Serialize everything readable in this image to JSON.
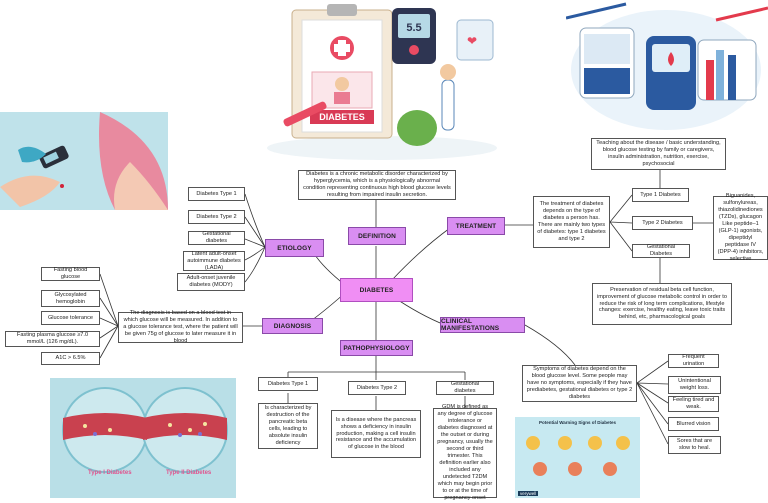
{
  "hubs": {
    "center": "DIABETES",
    "definition": "DEFINITION",
    "etiology": "ETIOLOGY",
    "diagnosis": "DIAGNOSIS",
    "treatment": "TREATMENT",
    "clinical": "CLINICAL MANIFESTATIONS",
    "pathophysiology": "PATHOPHYSIOLOGY"
  },
  "definition_text": "Diabetes is a chronic metabolic disorder characterized by hyperglycemia, which is a physiologically abnormal condition representing continuous high blood glucose levels resulting from impaired insulin secretion.",
  "etiology_items": [
    "Diabetes Type 1",
    "Diabetes Type 2",
    "Gestational diabetes",
    "Latent adult-onset autoimmune diabetes (LADA)",
    "Adult-onset juvenile diabetes (MODY)"
  ],
  "diagnosis_text": "The diagnosis is based on a blood test in which glucose will be measured. In addition to a glucose tolerance test, where the patient will be given 75g of glucose to later measure it in blood",
  "diagnosis_items": [
    "Fasting blood glucose",
    "Glycosylated hemoglobin",
    "Glucose tolerance",
    "Fasting plasma glucose ≥7.0 mmol/L (126 mg/dL).",
    "A1C > 6.5%"
  ],
  "treatment_text": "The treatment of diabetes depends on the type of diabetes a person has. There are mainly two types of diabetes: type 1 diabetes and type 2",
  "treatment_types": [
    "Type 1 Diabetes",
    "Type 2 Diabetes",
    "Gestational Diabetes"
  ],
  "treatment_type1": "Teaching about the disease / basic understanding, blood glucose testing by family or caregivers, insulin administration, nutrition, exercise, psychosocial",
  "treatment_type2": "Biguanides, sulfonylureas, thiazolidinediones (TZDs), glucagon Like peptide–1 (GLP-1) agonists, dipeptidyl peptidase IV (DPP-4) inhibitors, selective",
  "treatment_gestational": "Preservation of residual beta cell function, improvement of glucose metabolic control in order to reduce the risk of long term complications, lifestyle changes: exercise, healthy eating, leave toxic traits behind, etc, pharmacological goals",
  "clinical_text": "Symptoms of diabetes depend on the blood glucose level. Some people may have no symptoms, especially if they have prediabetes, gestational diabetes or type 2 diabetes",
  "clinical_items": [
    "Frequent urination",
    "Unintentional weight loss.",
    "Feeling tired and weak.",
    "Blurred vision",
    "Sores that are slow to heal."
  ],
  "patho_types": [
    "Diabetes Type 1",
    "Diabetes Type 2",
    "Gestational diabetes"
  ],
  "patho_descriptions": [
    "Is characterized by destruction of the pancreatic beta cells, leading to absolute insulin deficiency",
    "Is a disease where the pancreas shows a deficiency in insulin production, making a cell insulin resistance and the accumulation of glucose in the blood",
    "GDM is defined as any degree of glucose intolerance or diabetes diagnosed at the outset or during pregnancy, usually the second or third trimester. This definition earlier also included any undetected T2DM which may begin prior to or at the time of pregnancy onset"
  ],
  "illustrations": {
    "top_clipboard_title": "DIABETES",
    "meter_reading": "5.5",
    "vessel_left_caption": "Type I Diabetes",
    "vessel_right_caption": "Type II Diabetes",
    "warning_title": "Potential Warning Signs of Diabetes",
    "warning_brand": "verywell"
  },
  "colors": {
    "hub": "#d98ef2",
    "center": "#f08ef4",
    "line": "#333333"
  }
}
